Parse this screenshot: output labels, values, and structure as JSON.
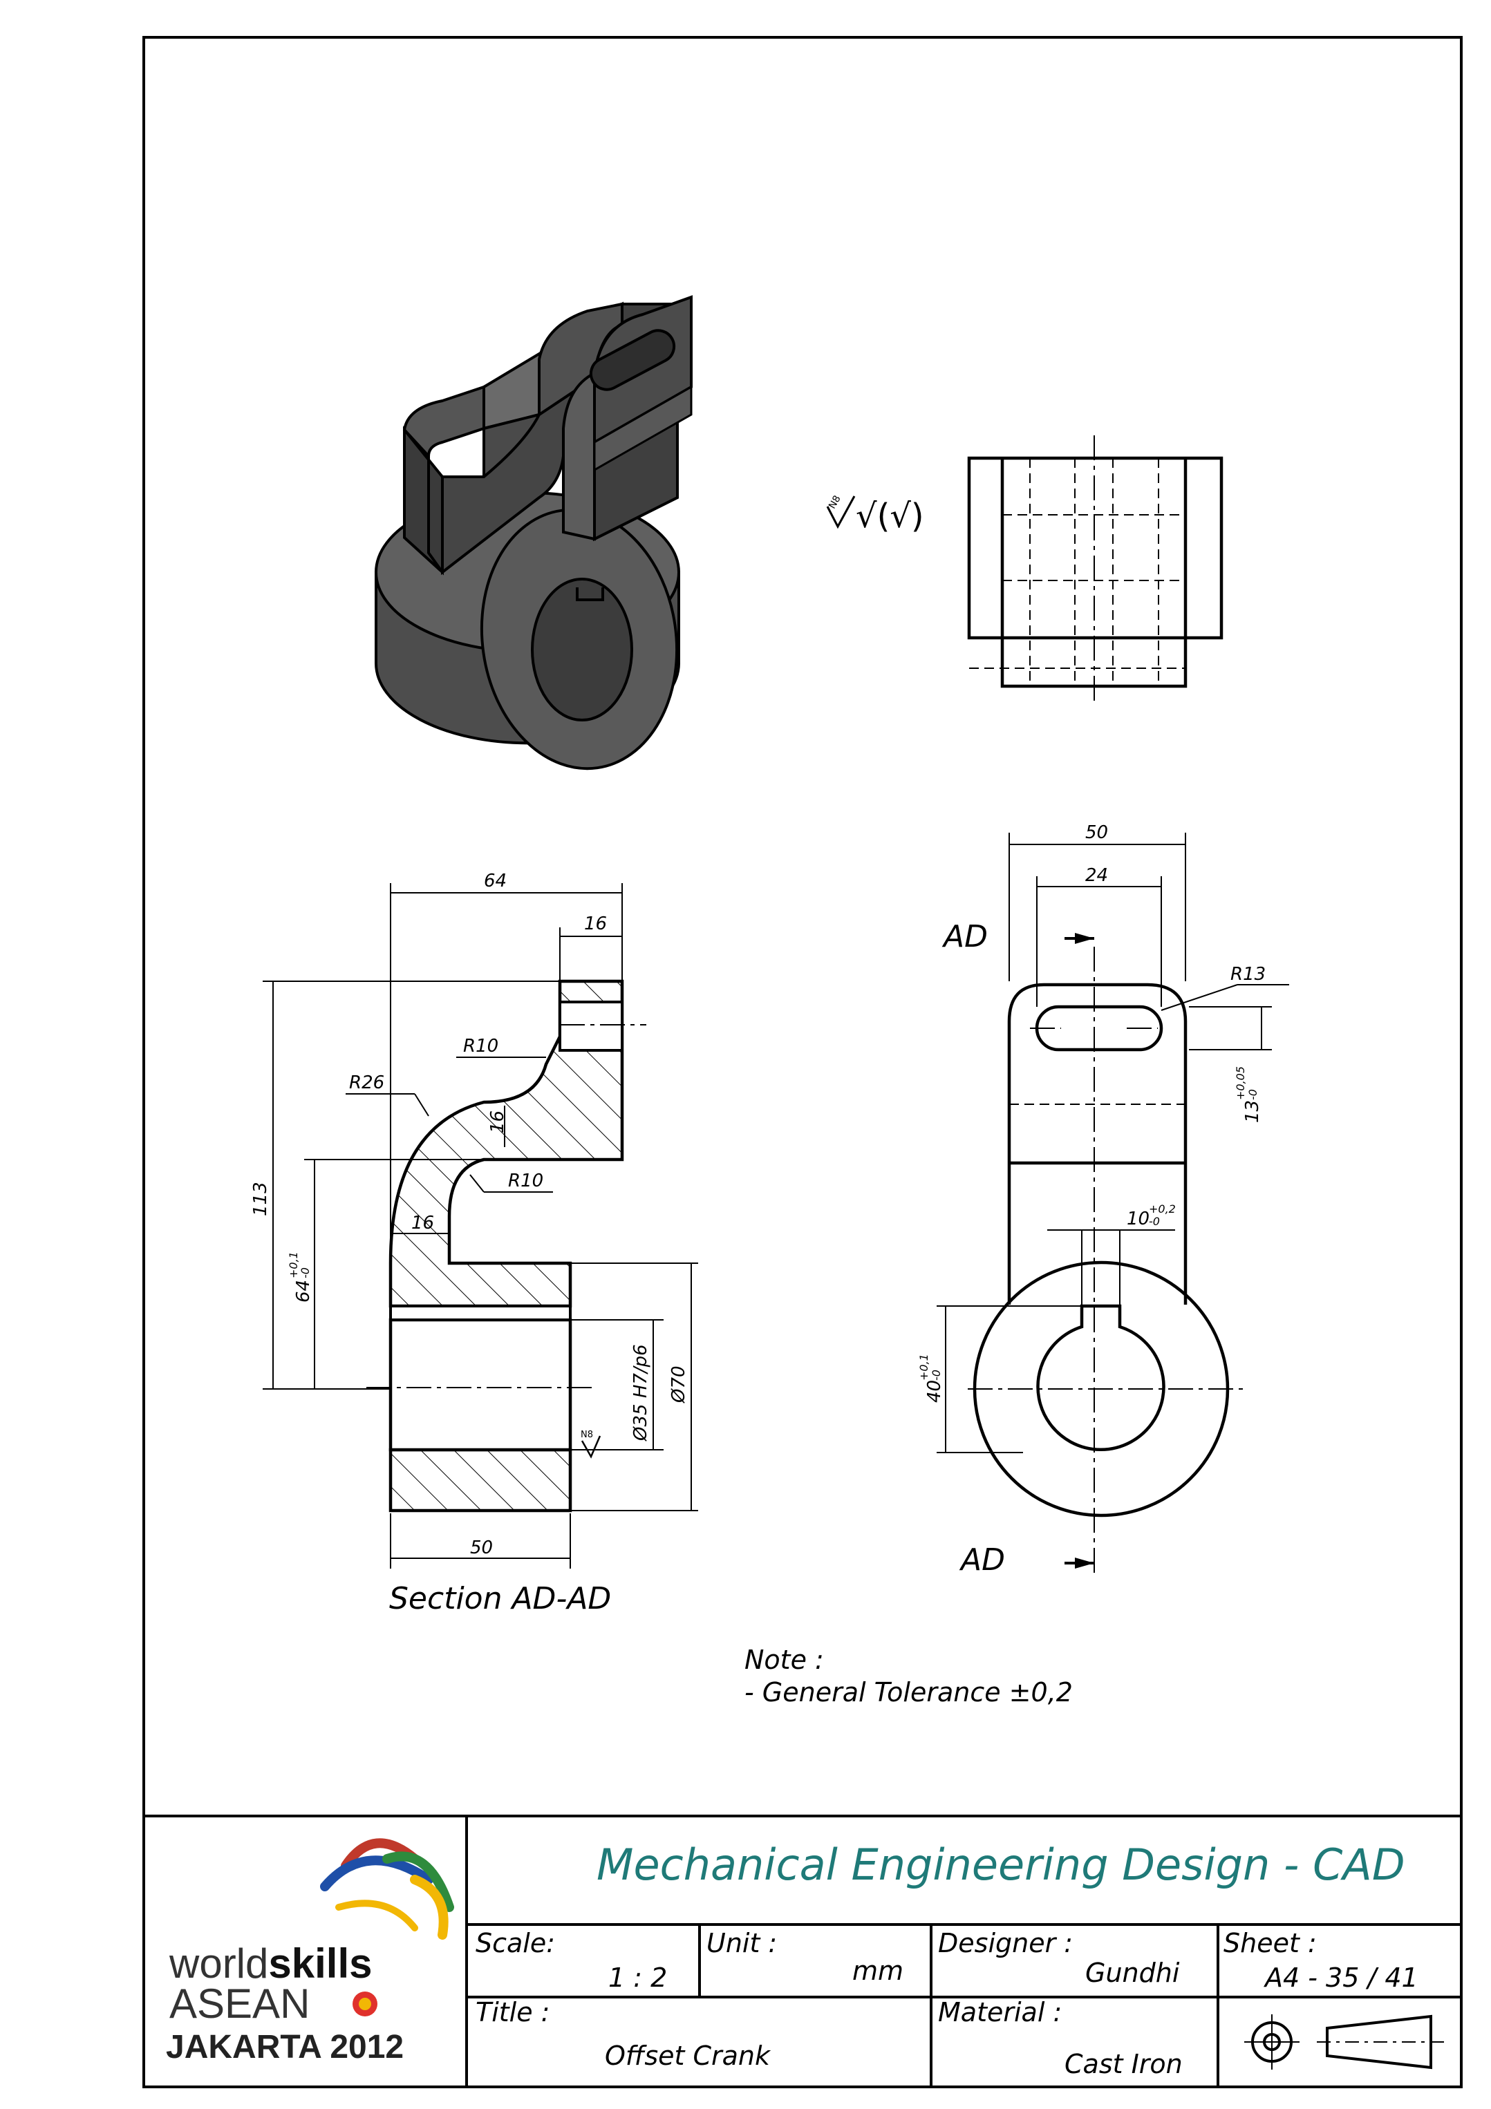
{
  "surface_symbol": "√(√)",
  "roughness_mark": "N8",
  "section": {
    "label": "Section AD-AD",
    "dims": {
      "d64": "64",
      "d16_top": "16",
      "r10_a": "R10",
      "r26": "R26",
      "d16_web": "16",
      "r10_b": "R10",
      "d16_side": "16",
      "d113": "113",
      "d64_tol": "64",
      "d64_tol_sup": "+0,1",
      "d64_tol_sub": "-0",
      "d35": "Ø35 H7/p6",
      "d70": "Ø70",
      "d50": "50"
    }
  },
  "side": {
    "cut_top": "AD",
    "cut_bottom": "AD",
    "dims": {
      "d50": "50",
      "d24": "24",
      "r13": "R13",
      "d13": "13",
      "d13_sup": "+0,05",
      "d13_sub": "-0",
      "d10": "10",
      "d10_sup": "+0,2",
      "d10_sub": "-0",
      "d40": "40",
      "d40_sup": "+0,1",
      "d40_sub": "-0"
    }
  },
  "note": {
    "heading": "Note :",
    "line1": "- General Tolerance ±0,2"
  },
  "title_block": {
    "header": "Mechanical Engineering Design - CAD",
    "header_color": "#1f7a78",
    "label_color": "#7a1f78",
    "scale_label": "Scale:",
    "scale_value": "1 : 2",
    "unit_label": "Unit :",
    "unit_value": "mm",
    "designer_label": "Designer :",
    "designer_value": "Gundhi",
    "sheet_label": "Sheet :",
    "sheet_value": "A4 - 35 / 41",
    "title_label": "Title :",
    "title_value": "Offset Crank",
    "material_label": "Material :",
    "material_value": "Cast Iron"
  },
  "logo": {
    "line1_a": "world",
    "line1_b": "skills",
    "line2": "ASEAN",
    "line3": "JAKARTA 2012"
  }
}
